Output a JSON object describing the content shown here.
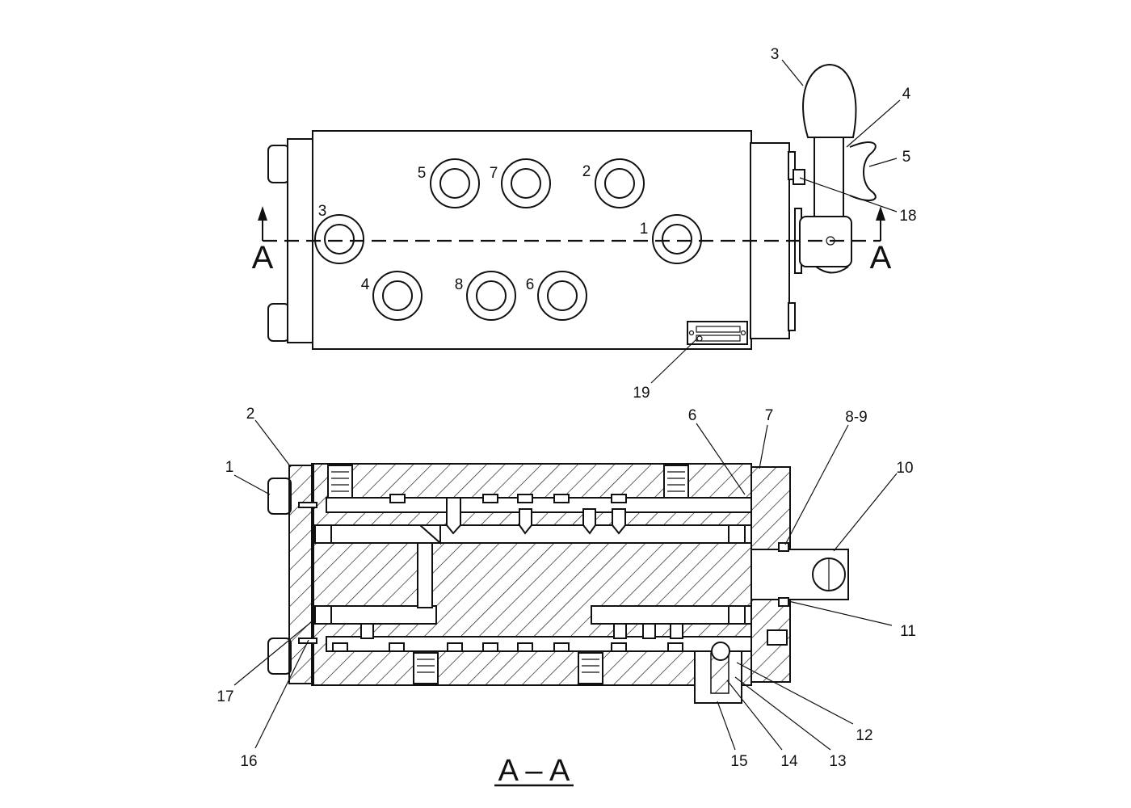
{
  "top_view": {
    "port_labels": [
      "5",
      "7",
      "2",
      "3",
      "1",
      "4",
      "8",
      "6"
    ],
    "callouts": [
      "3",
      "4",
      "5",
      "18",
      "19"
    ],
    "section_marks": [
      "A",
      "A"
    ]
  },
  "section_view": {
    "title": "A – A",
    "callouts": [
      "1",
      "2",
      "6",
      "7",
      "8-9",
      "10",
      "11",
      "12",
      "13",
      "14",
      "15",
      "16",
      "17"
    ]
  }
}
